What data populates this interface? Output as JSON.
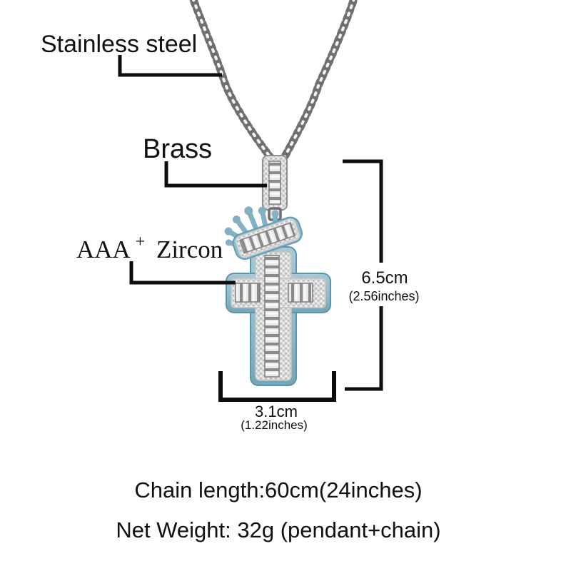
{
  "figure": {
    "description": "silver rope chain necklace with light-blue crown cross pendant covered in baguette stones",
    "parts": [
      "rope-chain",
      "bail",
      "connector-link",
      "crown",
      "cross-pendant"
    ]
  },
  "colors": {
    "background": "#ffffff",
    "annotation_line": "#0d0d0d",
    "enamel_blue": "#8fbcca",
    "enamel_blue_dark": "#679cae",
    "silver_light": "#ededed",
    "silver": "#d9d9d9",
    "silver_dark": "#8d8d8d",
    "chain_gray": "#6f6f6f"
  },
  "labels": {
    "stainless_steel": "Stainless steel",
    "brass": "Brass",
    "zircon_base": "AAA",
    "zircon_sup": "+",
    "zircon_rest": "Zircon"
  },
  "dimensions": {
    "height": {
      "value": "6.5cm",
      "inches": "(2.56inches)"
    },
    "width": {
      "value": "3.1cm",
      "inches": "(1.22inches)"
    }
  },
  "specs": {
    "chain_length": "Chain length:60cm(24inches)",
    "net_weight": "Net Weight: 32g (pendant+chain)"
  }
}
